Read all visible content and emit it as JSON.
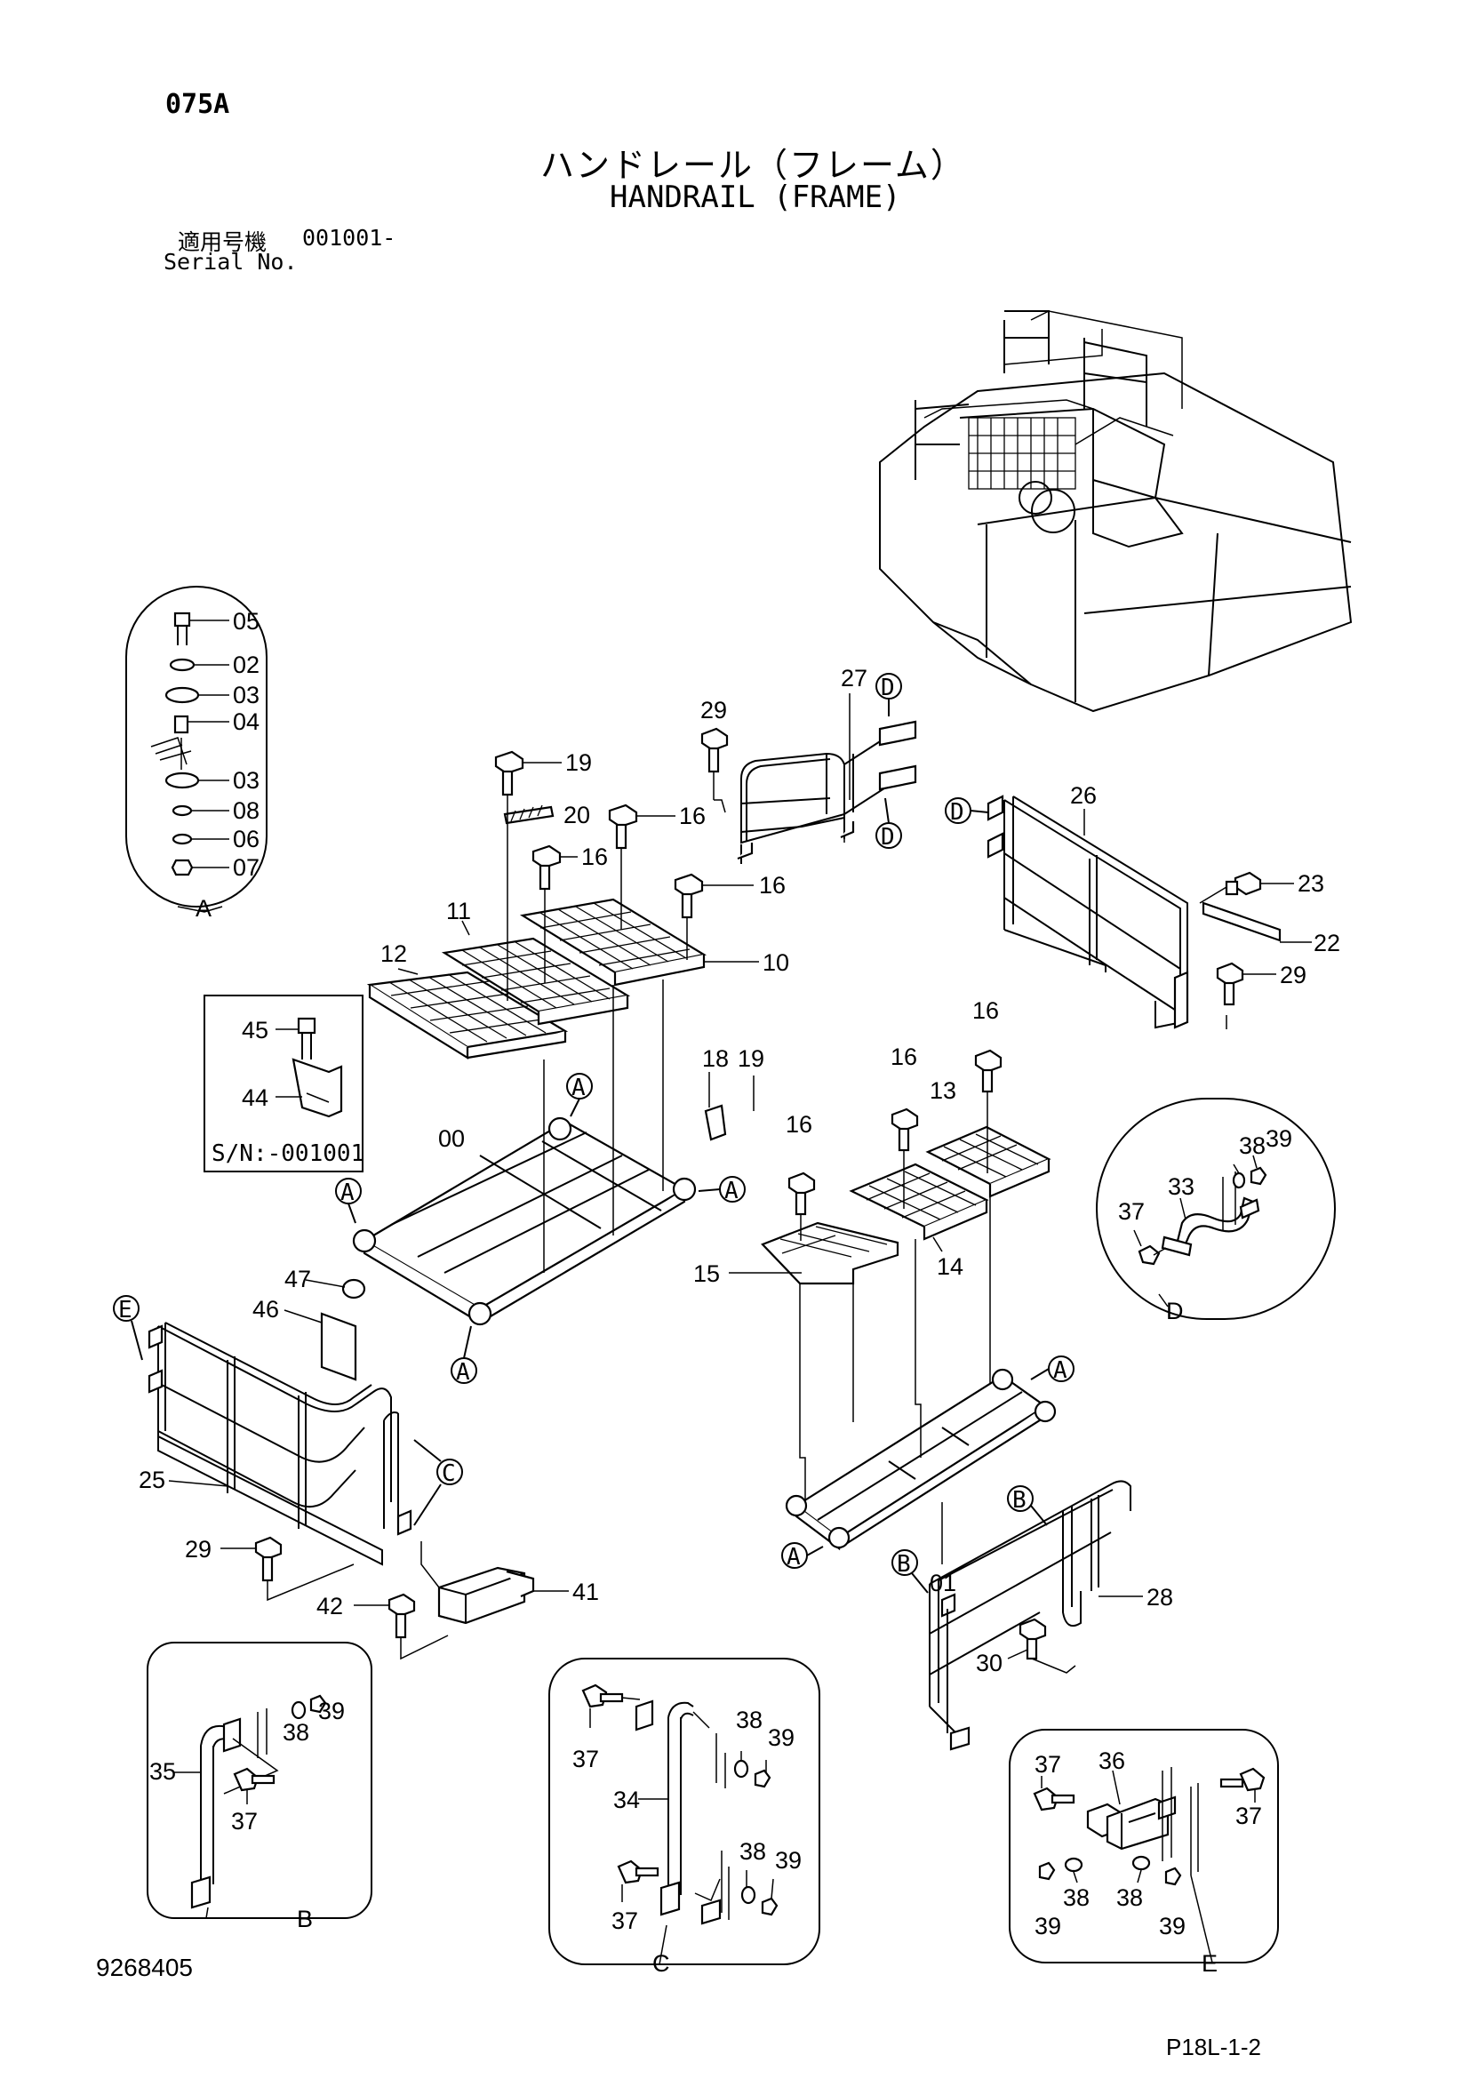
{
  "header": {
    "page_code": "075A",
    "title_jp": "ハンドレール（フレーム）",
    "title_en": "HANDRAIL (FRAME)",
    "serial_label_jp": "適用号機",
    "serial_label_en": "Serial No.",
    "serial_value": "001001-"
  },
  "footer": {
    "doc_number": "9268405",
    "page_ref": "P18L-1-2"
  },
  "detail_note": "S/N:-001001",
  "callouts": {
    "A": "A",
    "B": "B",
    "C": "C",
    "D": "D",
    "E": "E"
  },
  "parts": {
    "p00": "00",
    "p01": "01",
    "p02": "02",
    "p03": "03",
    "p04": "04",
    "p05": "05",
    "p06": "06",
    "p07": "07",
    "p08": "08",
    "p10": "10",
    "p11": "11",
    "p12": "12",
    "p13": "13",
    "p14": "14",
    "p15": "15",
    "p16": "16",
    "p18": "18",
    "p19": "19",
    "p20": "20",
    "p22": "22",
    "p23": "23",
    "p25": "25",
    "p26": "26",
    "p27": "27",
    "p28": "28",
    "p29": "29",
    "p30": "30",
    "p33": "33",
    "p34": "34",
    "p35": "35",
    "p36": "36",
    "p37": "37",
    "p38": "38",
    "p39": "39",
    "p41": "41",
    "p42": "42",
    "p44": "44",
    "p45": "45",
    "p46": "46",
    "p47": "47"
  }
}
